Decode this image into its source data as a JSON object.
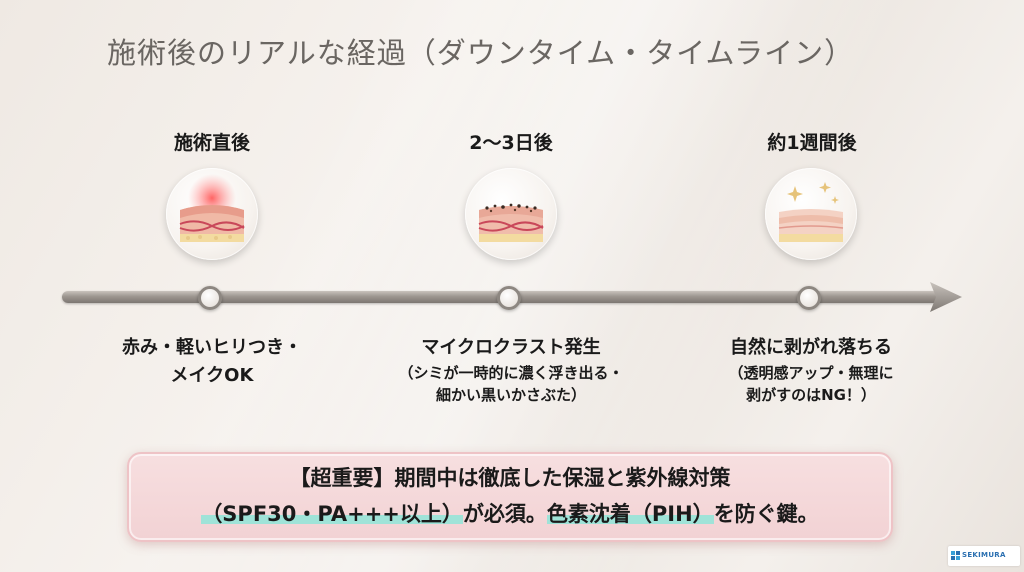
{
  "title": "施術後のリアルな経過（ダウンタイム・タイムライン）",
  "stages": [
    {
      "label": "施術直後",
      "desc_main": "赤み・軽いヒリつき・",
      "desc_main2": "メイクOK",
      "desc_sub1": "",
      "desc_sub2": "",
      "icon": "skin-redness-icon"
    },
    {
      "label": "2〜3日後",
      "desc_main": "マイクロクラスト発生",
      "desc_main2": "",
      "desc_sub1": "（シミが一時的に濃く浮き出る・",
      "desc_sub2": "細かい黒いかさぶた）",
      "icon": "skin-crust-icon"
    },
    {
      "label": "約1週間後",
      "desc_main": "自然に剥がれ落ちる",
      "desc_main2": "",
      "desc_sub1": "（透明感アップ・無理に",
      "desc_sub2": "剥がすのはNG！）",
      "icon": "skin-sparkle-icon"
    }
  ],
  "notice": {
    "line1": "【超重要】期間中は徹底した保湿と紫外線対策",
    "line2_a": "（SPF30・PA+++以上）",
    "line2_b": "が必須。",
    "line2_c": "色素沈着（PIH）",
    "line2_d": "を防ぐ鍵。"
  },
  "logo": {
    "text": "SEKIMURA"
  },
  "colors": {
    "notice_bg": "#f2d2d4",
    "highlight": "#9fe3d8",
    "title": "#6a6662",
    "timeline": "#8d8781"
  }
}
